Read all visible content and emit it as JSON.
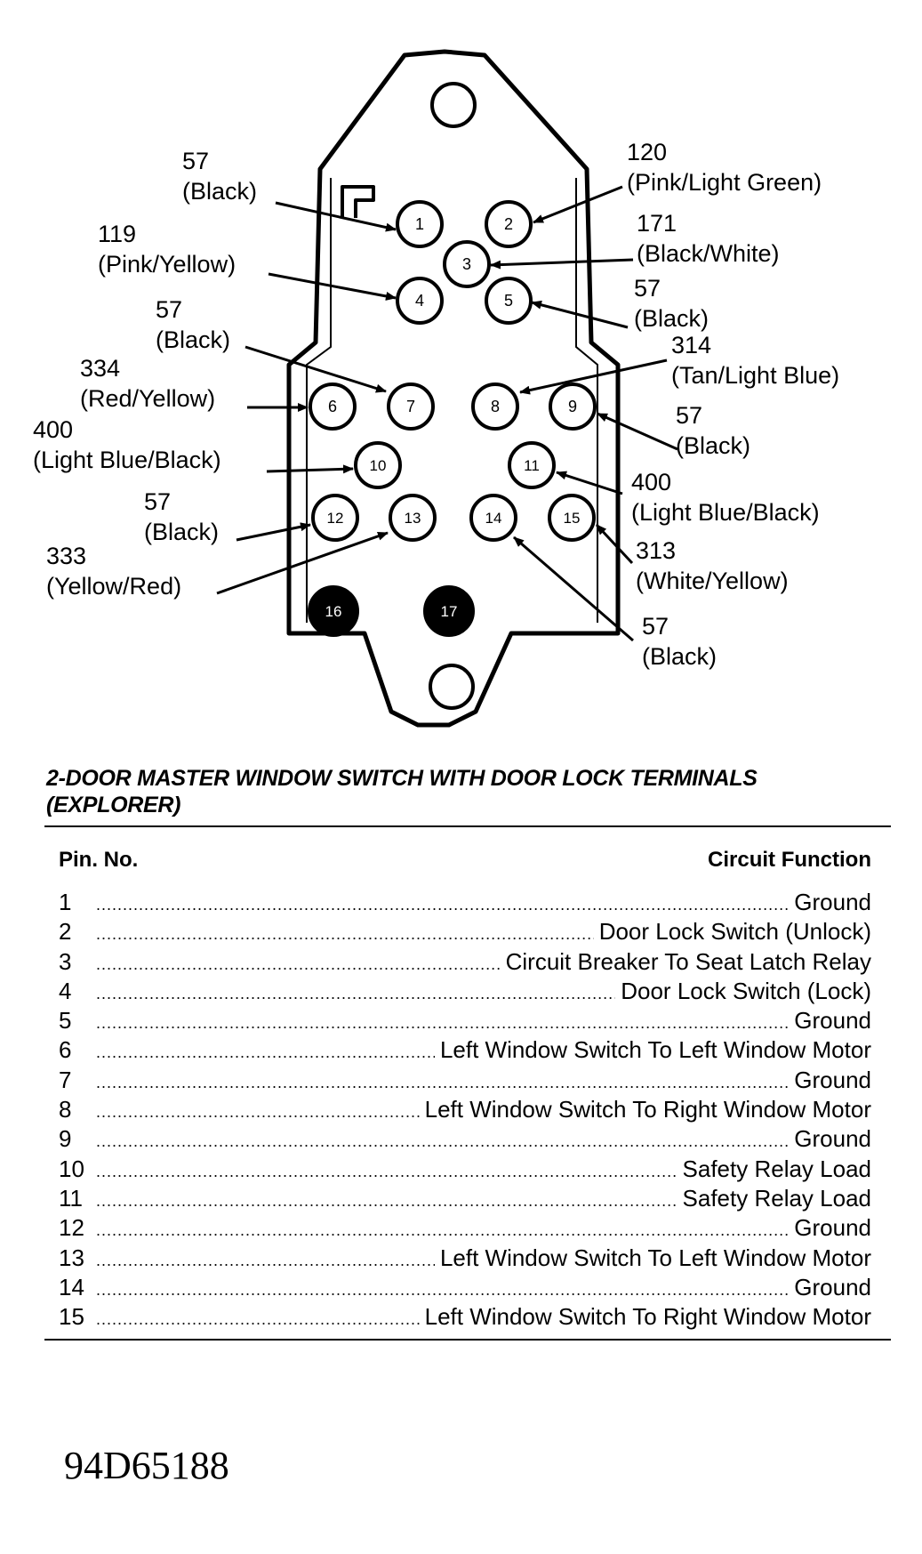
{
  "pins": [
    {
      "number": "1",
      "filled": false
    },
    {
      "number": "2",
      "filled": false
    },
    {
      "number": "3",
      "filled": false
    },
    {
      "number": "4",
      "filled": false
    },
    {
      "number": "5",
      "filled": false
    },
    {
      "number": "6",
      "filled": false
    },
    {
      "number": "7",
      "filled": false
    },
    {
      "number": "8",
      "filled": false
    },
    {
      "number": "9",
      "filled": false
    },
    {
      "number": "10",
      "filled": false
    },
    {
      "number": "11",
      "filled": false
    },
    {
      "number": "12",
      "filled": false
    },
    {
      "number": "13",
      "filled": false
    },
    {
      "number": "14",
      "filled": false
    },
    {
      "number": "15",
      "filled": false
    },
    {
      "number": "16",
      "filled": true
    },
    {
      "number": "17",
      "filled": true
    }
  ],
  "wire_labels": [
    {
      "pin": "1",
      "circuit": "57",
      "color": "(Black)"
    },
    {
      "pin": "2",
      "circuit": "120",
      "color": "(Pink/Light Green)"
    },
    {
      "pin": "3",
      "circuit": "171",
      "color": "(Black/White)"
    },
    {
      "pin": "4",
      "circuit": "119",
      "color": "(Pink/Yellow)"
    },
    {
      "pin": "5",
      "circuit": "57",
      "color": "(Black)"
    },
    {
      "pin": "7",
      "circuit": "57",
      "color": "(Black)"
    },
    {
      "pin": "8",
      "circuit": "314",
      "color": "(Tan/Light Blue)"
    },
    {
      "pin": "6",
      "circuit": "334",
      "color": "(Red/Yellow)"
    },
    {
      "pin": "9",
      "circuit": "57",
      "color": "(Black)"
    },
    {
      "pin": "10",
      "circuit": "400",
      "color": "(Light Blue/Black)"
    },
    {
      "pin": "11",
      "circuit": "400",
      "color": "(Light Blue/Black)"
    },
    {
      "pin": "12",
      "circuit": "57",
      "color": "(Black)"
    },
    {
      "pin": "15",
      "circuit": "313",
      "color": "(White/Yellow)"
    },
    {
      "pin": "13",
      "circuit": "333",
      "color": "(Yellow/Red)"
    },
    {
      "pin": "14",
      "circuit": "57",
      "color": "(Black)"
    }
  ],
  "table": {
    "caption_line1": "2-DOOR MASTER WINDOW SWITCH WITH DOOR LOCK TERMINALS",
    "caption_line2": "(EXPLORER)",
    "header_pin": "Pin. No.",
    "header_function": "Circuit Function",
    "rows": [
      {
        "pin": "1",
        "function": "Ground"
      },
      {
        "pin": "2",
        "function": "Door Lock Switch (Unlock)"
      },
      {
        "pin": "3",
        "function": "Circuit Breaker To Seat Latch Relay"
      },
      {
        "pin": "4",
        "function": "Door Lock Switch (Lock)"
      },
      {
        "pin": "5",
        "function": "Ground"
      },
      {
        "pin": "6",
        "function": "Left Window Switch To Left Window Motor"
      },
      {
        "pin": "7",
        "function": "Ground"
      },
      {
        "pin": "8",
        "function": "Left Window Switch To Right Window Motor"
      },
      {
        "pin": "9",
        "function": "Ground"
      },
      {
        "pin": "10",
        "function": "Safety Relay Load"
      },
      {
        "pin": "11",
        "function": "Safety Relay Load"
      },
      {
        "pin": "12",
        "function": "Ground"
      },
      {
        "pin": "13",
        "function": "Left Window Switch To Left Window Motor"
      },
      {
        "pin": "14",
        "function": "Ground"
      },
      {
        "pin": "15",
        "function": "Left Window Switch To Right Window Motor"
      }
    ]
  },
  "figure_id": "94D65188"
}
